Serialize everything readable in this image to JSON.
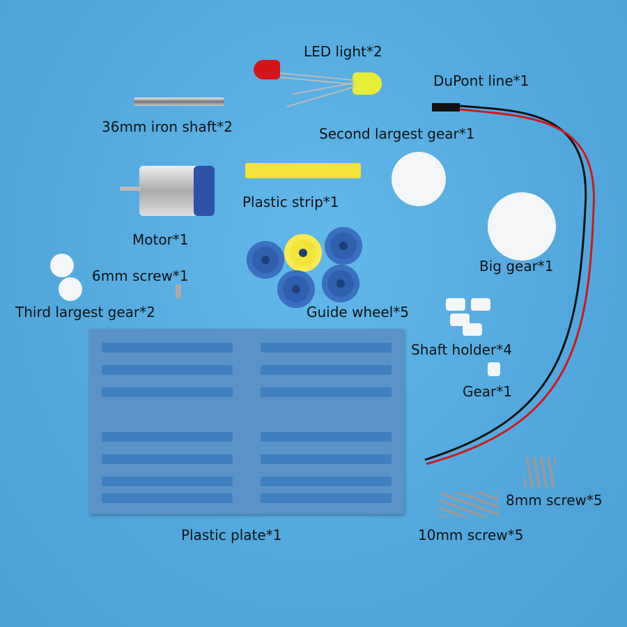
{
  "labels": {
    "led": "LED light*2",
    "dupont": "DuPont line*1",
    "shaft": "36mm iron shaft*2",
    "second_gear": "Second largest gear*1",
    "strip": "Plastic strip*1",
    "motor": "Motor*1",
    "big_gear": "Big gear*1",
    "screw6": "6mm screw*1",
    "third_gear": "Third largest gear*2",
    "guide_wheel": "Guide wheel*5",
    "shaft_holder": "Shaft holder*4",
    "gear": "Gear*1",
    "plate": "Plastic plate*1",
    "screw8": "8mm screw*5",
    "screw10": "10mm screw*5"
  },
  "colors": {
    "background": "#56abdf",
    "plate": "#5b93c9",
    "wheel": "#2f5fae",
    "strip": "#f5e23a"
  }
}
